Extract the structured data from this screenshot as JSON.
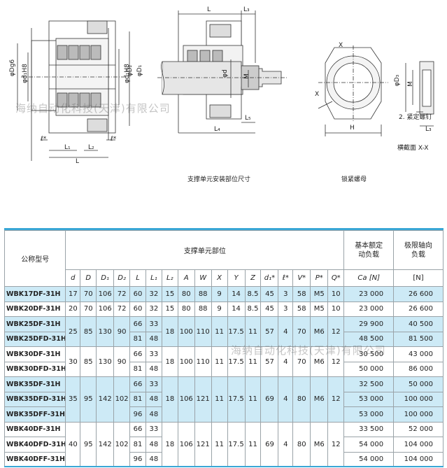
{
  "drawings": {
    "caption_mount": "支撑单元安装部位尺寸",
    "caption_nut": "锁紧螺母",
    "cross_section": "横截面 X-X",
    "screw_note": "2. 紧定螺钉",
    "labels": {
      "dg6": "φDg6",
      "d1h8": "φd₁H8",
      "d1h8_2": "φd₁H8",
      "dD2": "φD₂",
      "dD1": "φD₁",
      "L": "L",
      "L3": "L₃",
      "dd": "φd",
      "M": "M",
      "L5": "L₅",
      "L4": "L₄",
      "l_left": "ℓ*",
      "l_right": "ℓ*",
      "L1": "L₁",
      "L2": "L₂",
      "L_bottom": "L",
      "X_top": "X",
      "X_side": "X",
      "D3": "φD₃",
      "M2": "M",
      "H": "H",
      "L3b": "L₃"
    },
    "watermark_1": "海纳自动化科技(天津)有限公司",
    "watermark_2": "海纳自动化科技(天津)有限公司"
  },
  "table": {
    "headers": {
      "model": "公称型号",
      "group": "支撑单元部位",
      "ca": "基本额定\n动负载",
      "limit": "极限轴向\n负载"
    },
    "symbols": [
      "d",
      "D",
      "D₁",
      "D₂",
      "L",
      "L₁",
      "L₂",
      "A",
      "W",
      "X",
      "Y",
      "Z",
      "d₁*",
      "ℓ*",
      "V*",
      "P*",
      "Q*"
    ],
    "ca_unit": "Ca [N]",
    "limit_unit": "[N]",
    "rows": [
      {
        "model": "WBK17DF-31H",
        "ca": "23 000",
        "lim": "26 600"
      },
      {
        "model": "WBK20DF-31H",
        "ca": "23 000",
        "lim": "26 600"
      },
      {
        "model": "WBK25DF-31H",
        "ca": "29 900",
        "lim": "40 500"
      },
      {
        "model": "WBK25DFD-31H",
        "ca": "48 500",
        "lim": "81 500"
      },
      {
        "model": "WBK30DF-31H",
        "ca": "30 500",
        "lim": "43 000"
      },
      {
        "model": "WBK30DFD-31H",
        "ca": "50 000",
        "lim": "86 000"
      },
      {
        "model": "WBK35DF-31H",
        "ca": "32 500",
        "lim": "50 000"
      },
      {
        "model": "WBK35DFD-31H",
        "ca": "53 000",
        "lim": "100 000"
      },
      {
        "model": "WBK35DFF-31H",
        "ca": "53 000",
        "lim": "100 000"
      },
      {
        "model": "WBK40DF-31H",
        "ca": "33 500",
        "lim": "52 000"
      },
      {
        "model": "WBK40DFD-31H",
        "ca": "54 000",
        "lim": "104 000"
      },
      {
        "model": "WBK40DFF-31H",
        "ca": "54 000",
        "lim": "104 000"
      }
    ],
    "r17": [
      "17",
      "70",
      "106",
      "72",
      "60",
      "32",
      "15",
      "80",
      "88",
      "9",
      "14",
      "8.5",
      "45",
      "3",
      "58",
      "M5",
      "10"
    ],
    "r20": [
      "20",
      "70",
      "106",
      "72",
      "60",
      "32",
      "15",
      "80",
      "88",
      "9",
      "14",
      "8.5",
      "45",
      "3",
      "58",
      "M5",
      "10"
    ],
    "g25": {
      "common": [
        "25",
        "85",
        "130",
        "90"
      ],
      "L": [
        "66",
        "81"
      ],
      "L1": [
        "33",
        "48"
      ],
      "rest": [
        "18",
        "100",
        "110",
        "11",
        "17.5",
        "11",
        "57",
        "4",
        "70",
        "M6",
        "12"
      ]
    },
    "g30": {
      "common": [
        "30",
        "85",
        "130",
        "90"
      ],
      "L": [
        "66",
        "81"
      ],
      "L1": [
        "33",
        "48"
      ],
      "rest": [
        "18",
        "100",
        "110",
        "11",
        "17.5",
        "11",
        "57",
        "4",
        "70",
        "M6",
        "12"
      ]
    },
    "g35": {
      "common": [
        "35",
        "95",
        "142",
        "102"
      ],
      "L": [
        "66",
        "81",
        "96"
      ],
      "L1": [
        "33",
        "48",
        "48"
      ],
      "rest": [
        "18",
        "106",
        "121",
        "11",
        "17.5",
        "11",
        "69",
        "4",
        "80",
        "M6",
        "12"
      ]
    },
    "g40": {
      "common": [
        "40",
        "95",
        "142",
        "102"
      ],
      "L": [
        "66",
        "81",
        "96"
      ],
      "L1": [
        "33",
        "48",
        "48"
      ],
      "rest": [
        "18",
        "106",
        "121",
        "11",
        "17.5",
        "11",
        "69",
        "4",
        "80",
        "M6",
        "12"
      ]
    },
    "watermark": "海纳自动化科技(天津)有限公司"
  }
}
